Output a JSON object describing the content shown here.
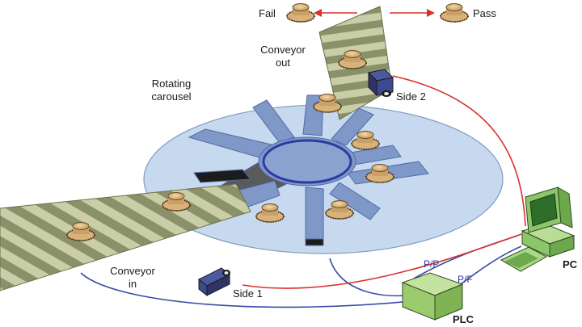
{
  "labels": {
    "fail": "Fail",
    "pass": "Pass",
    "conveyor_out_1": "Conveyor",
    "conveyor_out_2": "out",
    "rotating_1": "Rotating",
    "rotating_2": "carousel",
    "side2": "Side 2",
    "side1": "Side 1",
    "conveyor_in_1": "Conveyor",
    "conveyor_in_2": "in",
    "pp": "P/P",
    "pf": "P/F",
    "plc": "PLC",
    "pc": "PC"
  },
  "colors": {
    "red_line": "#d8312c",
    "blue_line": "#3a4aa8",
    "platform": "#c6d9ef",
    "carousel": "#7f98c8",
    "belt_dark": "#8a9168",
    "belt_light": "#c9cda8",
    "cap": "#d9b27a",
    "plc_box": "#a6cf7a",
    "pc_body": "#8cc56a"
  },
  "icons": {
    "camera": "camera-icon",
    "cap": "cap-icon",
    "computer": "computer-icon",
    "plc": "plc-box-icon"
  }
}
